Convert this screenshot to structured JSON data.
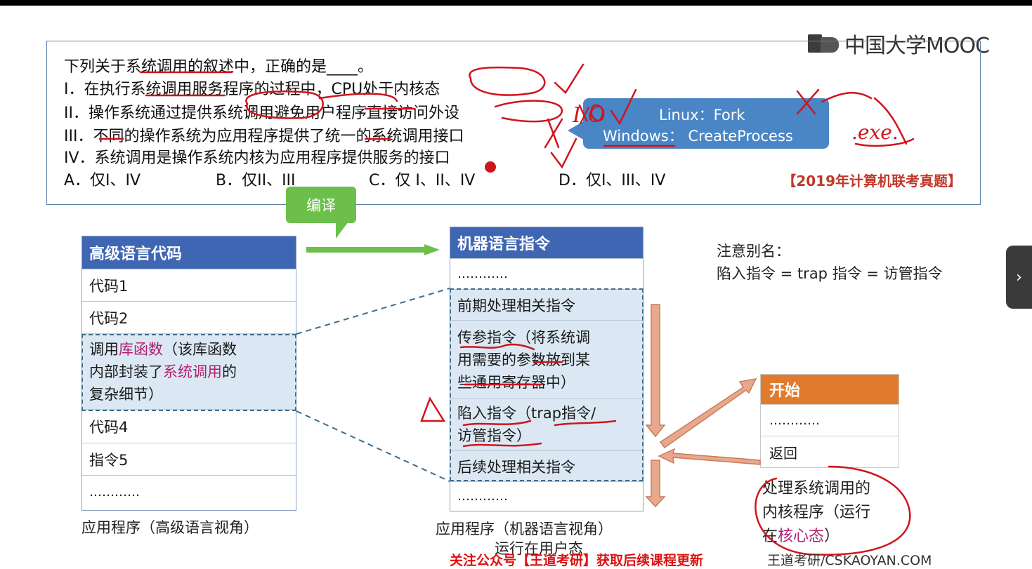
{
  "logo": {
    "text": "中国大学MOOC"
  },
  "question": {
    "stem": "下列关于系统调用的叙述中，正确的是____。",
    "items": [
      "I．在执行系统调用服务程序的过程中，CPU处于内核态",
      "II．操作系统通过提供系统调用避免用户程序直接访问外设",
      "III．不同的操作系统为应用程序提供了统一的系统调用接口",
      "IV．系统调用是操作系统内核为应用程序提供服务的接口"
    ],
    "options": [
      "A．仅I、IV",
      "B．仅II、III",
      "C．仅 I、II、IV",
      "D．仅I、III、IV"
    ],
    "source": "【2019年计算机联考真题】"
  },
  "callout": {
    "line1": "Linux：Fork",
    "line2": "Windows：  CreateProcess"
  },
  "handwriting": {
    "io": "I/O",
    "exe": ".exe."
  },
  "compile_label": "编译",
  "high_level": {
    "header": "高级语言代码",
    "rows": [
      "代码1",
      "代码2"
    ],
    "call_prefix": "调用",
    "call_lib": "库函数",
    "call_mid1": "（该库函数",
    "call_line2_a": "内部封装了",
    "call_line2_b": "系统调用",
    "call_line2_c": "的",
    "call_line3": "复杂细节）",
    "rows_after": [
      "代码4",
      "指令5",
      "…………"
    ],
    "caption": "应用程序（高级语言视角）"
  },
  "machine": {
    "header": "机器语言指令",
    "row_top": "…………",
    "pre": "前期处理相关指令",
    "param_lines": [
      "传参指令（将系统调",
      "用需要的参数放到某",
      "些通用寄存器中）"
    ],
    "trap_lines": [
      "陷入指令（trap指令/",
      "访管指令）"
    ],
    "post": "后续处理相关指令",
    "row_bottom": "…………",
    "caption1": "应用程序（机器语言视角）",
    "caption2": "运行在用户态"
  },
  "note": {
    "line1": "注意别名：",
    "line2": "陷入指令 = trap 指令 = 访管指令"
  },
  "kernel_table": {
    "header": "开始",
    "rows": [
      "…………",
      "返回"
    ]
  },
  "kernel_caption": {
    "line1": "处理系统调用的",
    "line2": "内核程序（运行",
    "line3_a": "在",
    "line3_b": "核心态",
    "line3_c": "）"
  },
  "bottom": {
    "banner": "关注公众号【王道考研】获取后续课程更新",
    "site": "王道考研/CSKAOYAN.COM"
  },
  "nav": {
    "next_symbol": "›"
  },
  "colors": {
    "header_blue": "#3f66b2",
    "highlight": "#dbe8f4",
    "start_orange": "#e07b2e",
    "compile_green": "#6cbf4a",
    "ink_red": "#d0141e",
    "magenta": "#b3206f"
  }
}
